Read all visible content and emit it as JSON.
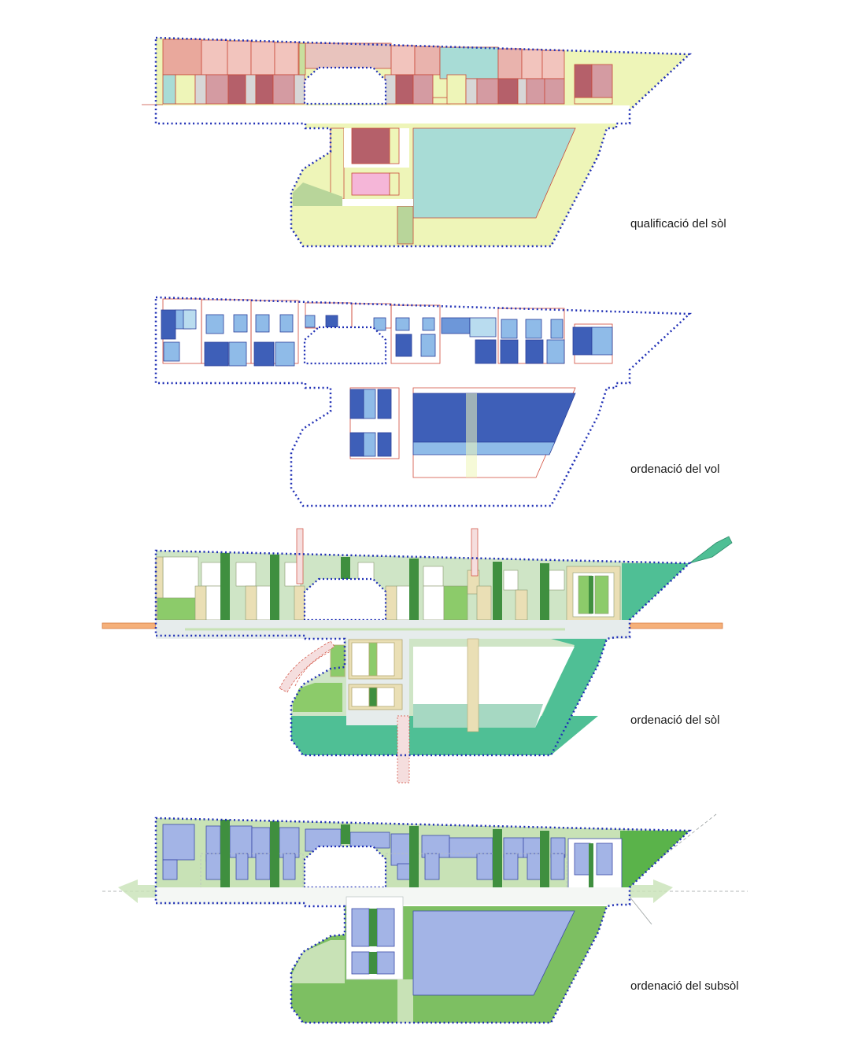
{
  "panels": [
    {
      "id": "qualificacio",
      "caption": "qualificació del sòl"
    },
    {
      "id": "vol",
      "caption": "ordenació del vol"
    },
    {
      "id": "sol",
      "caption": "ordenació del sòl"
    },
    {
      "id": "subsol",
      "caption": "ordenació del subsòl"
    }
  ],
  "colors": {
    "boundary": "#1f2fb5",
    "plot_red": "#e9a89c",
    "plot_dark_red": "#b5606a",
    "plot_rose": "#d9a3a8",
    "plot_cyan": "#a8dcd6",
    "plot_yellow": "#eef5b8",
    "plot_pink": "#f5b6d8",
    "green_strip": "#b8d59a",
    "building_blue": "#3e5fb8",
    "building_light_blue": "#8fbbe8",
    "green_open": "#8ccb6a",
    "green_dark": "#3f8f3f",
    "teal": "#4fbf95",
    "beige": "#e8d9a5",
    "grey_path": "#e6ecec",
    "subsoil_blue": "#a3b4e6",
    "subsoil_green": "#7dbf62",
    "subsoil_light_green": "#c8e2b6"
  }
}
